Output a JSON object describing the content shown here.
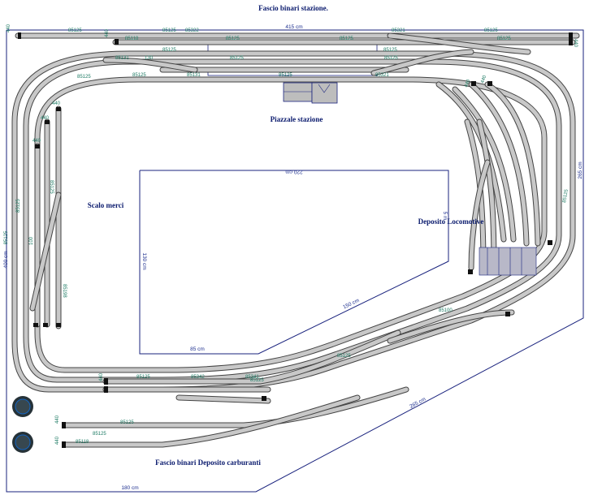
{
  "labels": {
    "title_station": "Fascio binari stazione.",
    "piazzale": "Piazzale stazione",
    "scalo": "Scalo merci",
    "deposito_loco": "Deposito Locomotive",
    "fascio_carburanti": "Fascio binari Deposito carburanti"
  },
  "dimensions": {
    "top": "415 cm",
    "left": "400 cm",
    "right": "265 cm",
    "bottom": "180 cm",
    "diag": "265 cm",
    "inner_top": "220 cm",
    "inner_left": "130 cm",
    "inner_bottom": "85 cm",
    "inner_diag": "150 cm",
    "inner_right": "5 m",
    "left_track": "85125"
  },
  "track_codes": {
    "a": "85125",
    "b": "85118",
    "c": "85322",
    "d": "85321",
    "e": "85131",
    "f": "130",
    "g": "440",
    "h": "85198",
    "i": "85342",
    "j": "85341",
    "k": "85100",
    "l": "100"
  },
  "colors": {
    "track_fill": "#c8c8c8",
    "track_edge": "#444444",
    "outline": "#1a237e",
    "label": "#0b1b6e",
    "code": "#1c7a63"
  }
}
